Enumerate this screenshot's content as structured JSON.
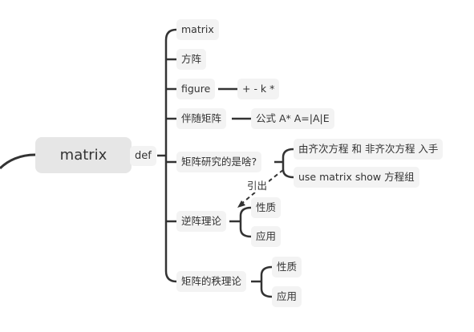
{
  "diagram": {
    "root": {
      "label": "matrix"
    },
    "connector": {
      "label": "def"
    },
    "children": [
      {
        "label": "matrix"
      },
      {
        "label": "方阵"
      },
      {
        "label": "figure",
        "child": "+ - k *"
      },
      {
        "label": "伴随矩阵",
        "child": "公式 A* A=|A|E"
      },
      {
        "label": "矩阵研究的是啥?",
        "children": [
          "由齐次方程 和 非齐次方程 入手",
          "use matrix show 方程组"
        ]
      },
      {
        "label": "逆阵理论",
        "children": [
          "性质",
          "应用"
        ]
      },
      {
        "label": "矩阵的秩理论",
        "children": [
          "性质",
          "应用"
        ]
      }
    ],
    "relation": {
      "label": "引出"
    }
  },
  "colors": {
    "line": "#333333",
    "node_bg": "#f3f3f3",
    "root_bg": "#e6e6e6"
  }
}
